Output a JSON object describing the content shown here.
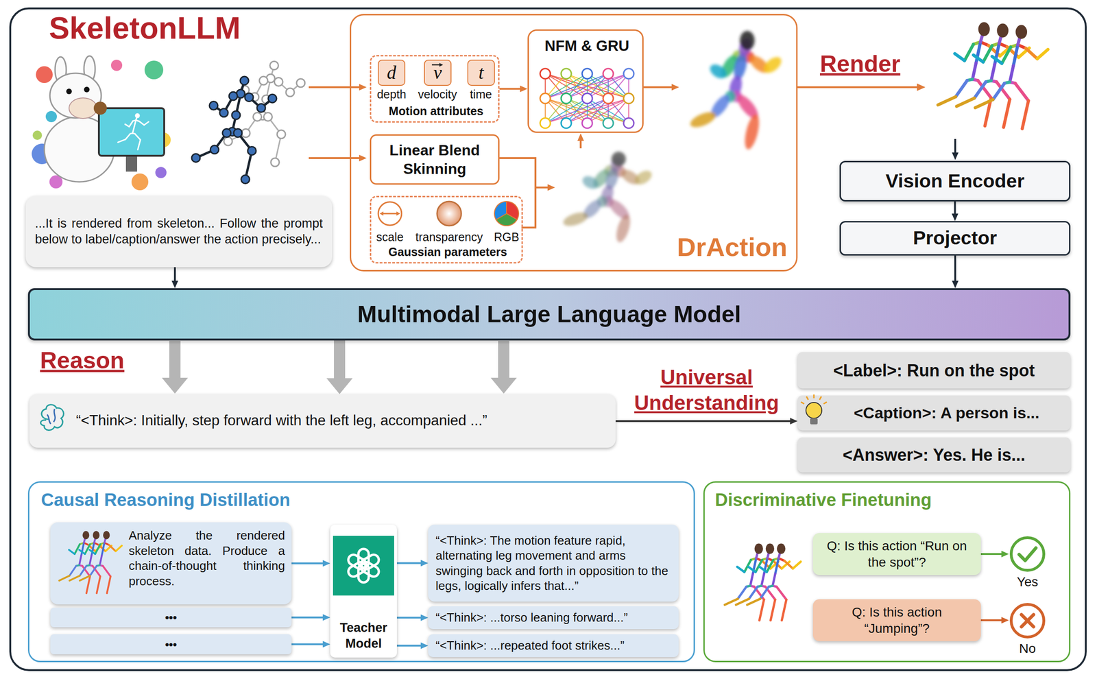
{
  "diagram": {
    "title": "SkeletonLLM",
    "nodes": [
      {
        "text": [
          "...It is rendered from skeleton... Follow the prompt below to label/caption/answer the action precisely..."
        ]
      },
      {
        "text": [
          "DrAction"
        ]
      },
      {
        "text": [
          "d",
          "v",
          "t",
          "depth",
          "velocity",
          "time",
          "Motion attributes"
        ],
        "in": 1
      },
      {
        "text": [
          "Linear Blend Skinning"
        ],
        "in": 1
      },
      {
        "text": [
          "scale",
          "transparency",
          "RGB",
          "Gaussian parameters"
        ],
        "in": 1
      },
      {
        "text": [
          "NFM & GRU"
        ],
        "in": 1
      },
      {
        "text": [
          "Vision Encoder"
        ]
      },
      {
        "text": [
          "Projector"
        ]
      },
      {
        "text": [
          "Multimodal Large Language Model"
        ]
      },
      {
        "text": [
          "“<Think>: Initially, step forward with the left leg, accompanied ...”"
        ]
      },
      {
        "text": [
          "<Label>: Run on the spot"
        ]
      },
      {
        "text": [
          "<Caption>: A person is..."
        ]
      },
      {
        "text": [
          "<Answer>: Yes. He is..."
        ]
      },
      {
        "text": [
          "Causal Reasoning Distillation"
        ]
      },
      {
        "text": [
          "Analyze the rendered skeleton data. Produce a chain-of-thought thinking process."
        ],
        "in": 13
      },
      {
        "text": [
          "•••"
        ],
        "in": 13
      },
      {
        "text": [
          "•••"
        ],
        "in": 13
      },
      {
        "text": [
          "Teacher Model"
        ],
        "in": 13
      },
      {
        "text": [
          "“<Think>: The motion feature rapid, alternating leg movement and arms swinging back and forth in opposition to the legs, logically infers that...”"
        ],
        "in": 13
      },
      {
        "text": [
          "“<Think>: ...torso leaning forward...”"
        ],
        "in": 13
      },
      {
        "text": [
          "“<Think>: ...repeated foot strikes...”"
        ],
        "in": 13
      },
      {
        "text": [
          "Discriminative Finetuning"
        ]
      },
      {
        "text": [
          "Q: Is this action “Run on the spot”?"
        ],
        "in": 21
      },
      {
        "text": [
          "Q: Is this action “Jumping”?"
        ],
        "in": 21
      },
      {
        "text": [
          "Yes"
        ],
        "in": 21
      },
      {
        "text": [
          "No"
        ],
        "in": 21
      }
    ],
    "edges": [
      {
        "from": 2,
        "to": 5,
        "arrow": "to"
      },
      {
        "from": 6,
        "to": 7,
        "arrow": "to"
      },
      {
        "from": 7,
        "to": 8,
        "arrow": "to"
      },
      {
        "from": 0,
        "to": 8,
        "arrow": "to"
      },
      {
        "from": 8,
        "to": 9,
        "arrow": "to"
      },
      {
        "from": 9,
        "to": 11,
        "label": "Universal Understanding",
        "arrow": "to"
      },
      {
        "from": 14,
        "to": 17,
        "arrow": "to"
      },
      {
        "from": 15,
        "to": 17,
        "arrow": "to"
      },
      {
        "from": 16,
        "to": 17,
        "arrow": "to"
      },
      {
        "from": 17,
        "to": 18,
        "arrow": "to"
      },
      {
        "from": 17,
        "to": 19,
        "arrow": "to"
      },
      {
        "from": 17,
        "to": 20,
        "arrow": "to"
      },
      {
        "from": 22,
        "to": 24,
        "arrow": "to"
      },
      {
        "from": 23,
        "to": 25,
        "arrow": "to"
      }
    ],
    "labels": [
      "Render",
      "Reason"
    ]
  }
}
